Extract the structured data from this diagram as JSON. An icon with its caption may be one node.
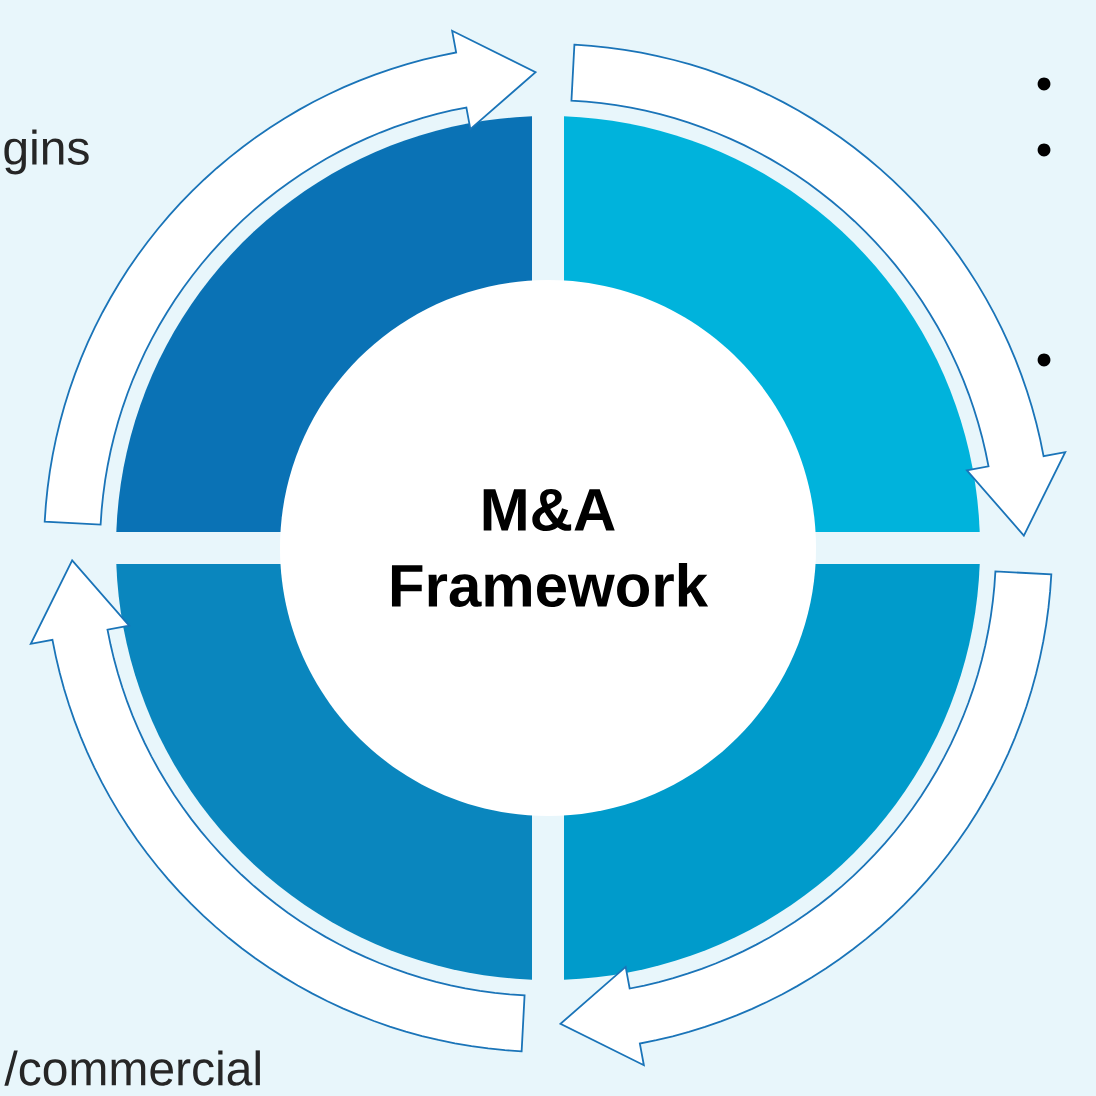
{
  "diagram": {
    "nodes": [
      {
        "text": [
          "M&A Framework"
        ]
      },
      {
        "text": [],
        "shape": "wedge"
      },
      {
        "text": [],
        "shape": "wedge"
      },
      {
        "text": [],
        "shape": "wedge"
      },
      {
        "text": [],
        "shape": "wedge"
      }
    ],
    "edges": [
      {
        "from": 1,
        "to": 2,
        "arrow": "to"
      },
      {
        "from": 2,
        "to": 3,
        "arrow": "to"
      },
      {
        "from": 3,
        "to": 4,
        "arrow": "to"
      },
      {
        "from": 4,
        "to": 1,
        "arrow": "to"
      }
    ],
    "labels": [
      "gins",
      "/commercial"
    ]
  }
}
